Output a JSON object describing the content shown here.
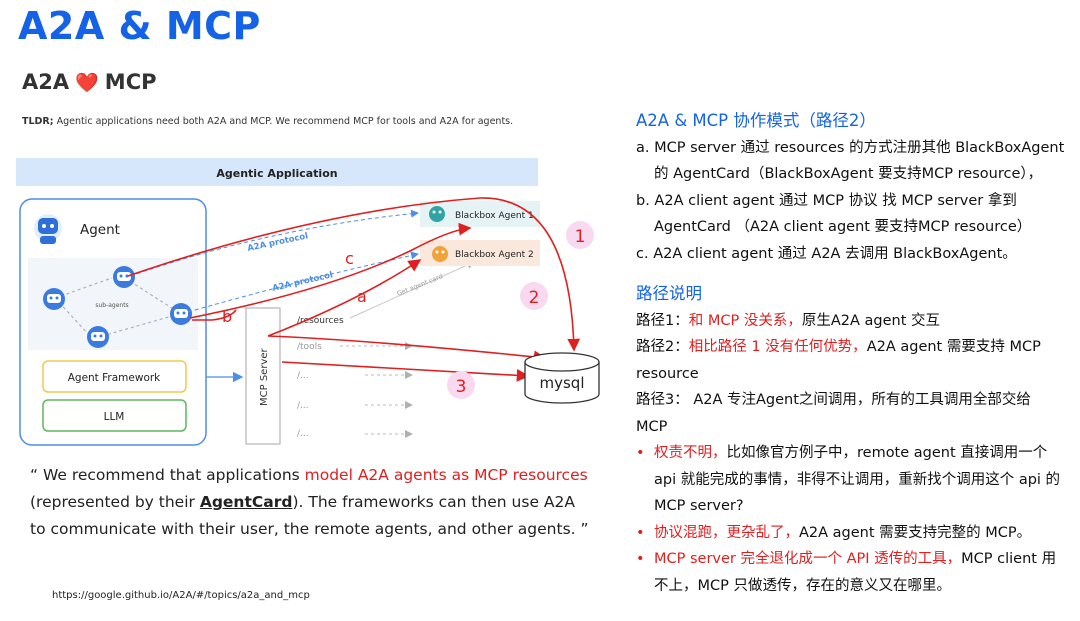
{
  "header": {
    "title": "A2A & MCP",
    "subtitle_left": "A2A",
    "subtitle_heart": "❤️",
    "subtitle_right": "MCP",
    "tldr_label": "TLDR;",
    "tldr_text": " Agentic applications need both A2A and MCP. We recommend MCP for tools and A2A for agents."
  },
  "diagram": {
    "app_label": "Agentic Application",
    "agent_label": "Agent",
    "subagents_label": "sub-agents",
    "framework_label": "Agent Framework",
    "llm_label": "LLM",
    "mcp_server_label": "MCP Server",
    "resources_label": "/resources",
    "tools_label": "/tools",
    "path1_label": "/...",
    "path2_label": "/...",
    "path3_label": "/...",
    "get_agent_card_label": "Get agent card",
    "a2a_protocol_1": "A2A protocol",
    "a2a_protocol_2": "A2A protocol",
    "blackbox1_label": "Blackbox Agent 1",
    "blackbox2_label": "Blackbox Agent 2",
    "mysql_label": "mysql",
    "marker_a": "a",
    "marker_b": "b",
    "marker_c": "c",
    "num_1": "1",
    "num_2": "2",
    "num_3": "3"
  },
  "quote": {
    "open": "“ We recommend that applications ",
    "red": "model A2A agents as MCP resources",
    "mid": " (represented by their ",
    "underline": "AgentCard",
    "end": "). The frameworks can then use A2A to communicate with their user, the remote agents, and other agents. ”"
  },
  "source_url": "https://google.github.io/A2A/#/topics/a2a_and_mcp",
  "right": {
    "title1": "A2A & MCP 协作模式（路径2）",
    "a1": "a. MCP server 通过 resources 的方式注册其他 BlackBoxAgent",
    "a2": "的 AgentCard（BlackBoxAgent 要支持MCP resource），",
    "b1": "b. A2A client agent 通过 MCP 协议 找 MCP server 拿到",
    "b2": "AgentCard （A2A client agent 要支持MCP resource）",
    "c1": "c. A2A client agent 通过 A2A 去调用 BlackBoxAgent。",
    "title2": "路径说明",
    "p1_pre": "路径1：",
    "p1_red": "和 MCP 没关系，",
    "p1_post": "原生A2A agent 交互",
    "p2_pre": "路径2：",
    "p2_red": "相比路径 1 没有任何优势，",
    "p2_post": "A2A agent 需要支持 MCP",
    "p2_line2": "resource",
    "p3_line1": "路径3：  A2A 专注Agent之间调用，所有的工具调用全部交给",
    "p3_line2": "MCP",
    "bullet": "•",
    "b1_red": "权责不明，",
    "b1_post": "比如像官方例子中，remote agent 直接调用一个",
    "b1_line2": "api 就能完成的事情，非得不让调用，重新找个调用这个 api 的",
    "b1_line3": "MCP server?",
    "b2_red": "协议混跑，更杂乱了，",
    "b2_post": "A2A agent 需要支持完整的 MCP。",
    "b3_red": "MCP server 完全退化成一个 API 透传的工具，",
    "b3_post": "MCP client 用",
    "b3_line2": "不上，MCP 只做透传，存在的意义又在哪里。"
  },
  "colors": {
    "title_blue": "#1463e6",
    "accent_red": "#e02020",
    "app_bar": "#d6e6fb",
    "agent_box_border": "#4d8ee8",
    "framework_border": "#f2c94c",
    "llm_border": "#5cb85c",
    "number_circle": "#f8d9f0"
  }
}
